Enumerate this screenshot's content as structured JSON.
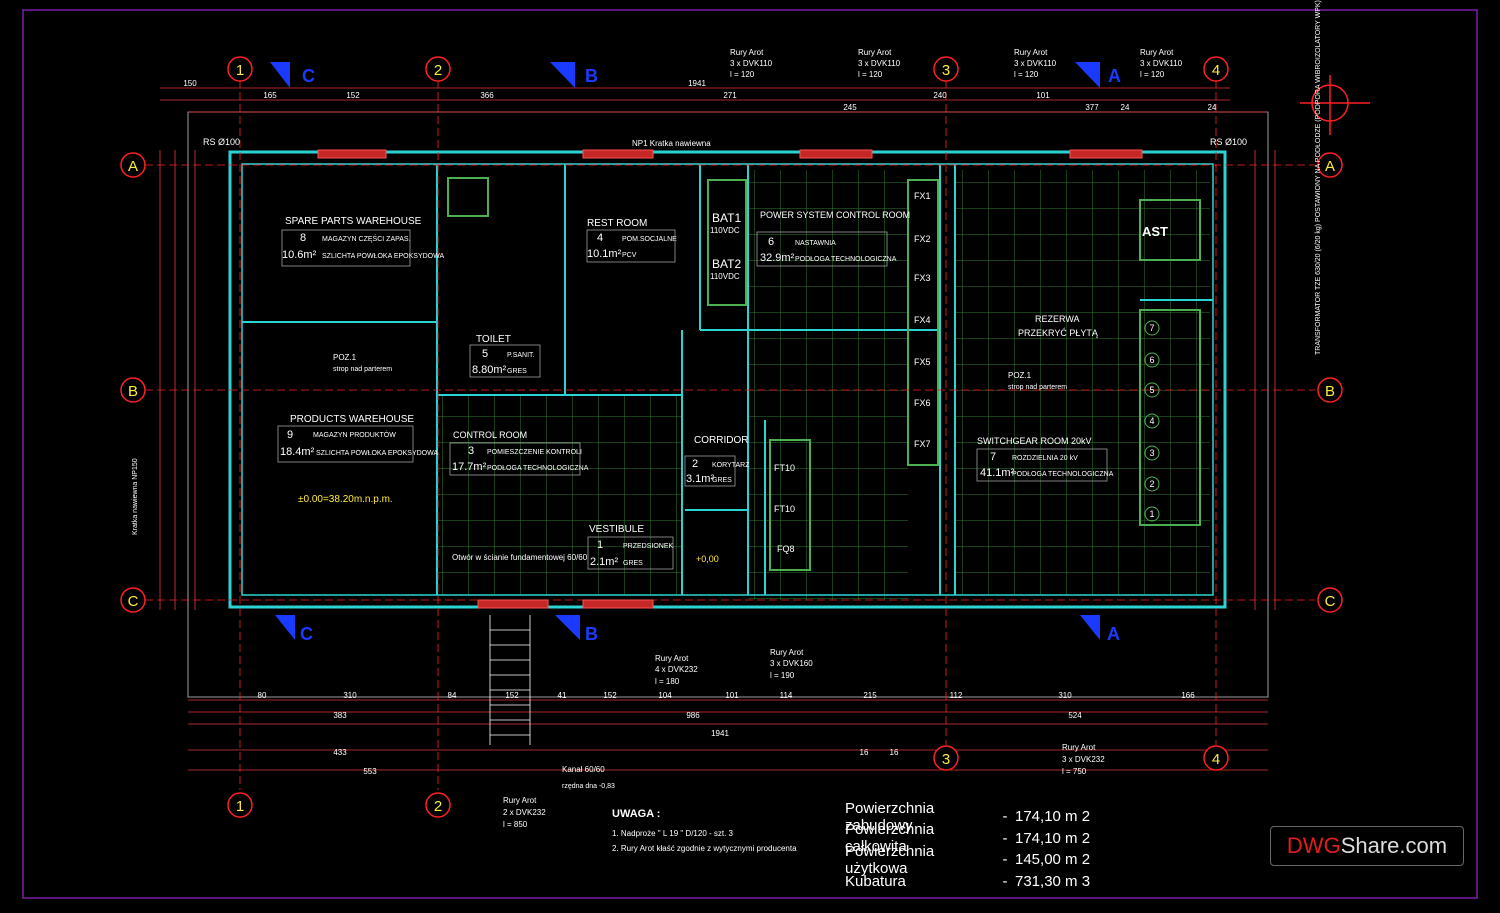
{
  "colors": {
    "background": "#000000",
    "border": "#7b1fa2",
    "wall": "#2bd4d4",
    "grid": "#4caf50",
    "dim": "#e53935",
    "axis": "#ff2020",
    "text": "#ffffff",
    "tag": "#ffeb3b",
    "section": "#1a3bff"
  },
  "axes": {
    "numbers": [
      "1",
      "2",
      "3",
      "4"
    ],
    "letters": [
      "A",
      "B",
      "C"
    ]
  },
  "sections": {
    "c": "C",
    "b": "B",
    "a": "A"
  },
  "rooms": [
    {
      "name": "SPARE PARTS WAREHOUSE",
      "num": "8",
      "pl": "MAGAZYN CZĘŚCI ZAPAS.",
      "area": "10.6m²",
      "floor": "SZLICHTA POWŁOKA EPOKSYDOWA"
    },
    {
      "name": "REST ROOM",
      "num": "4",
      "pl": "POM.SOCJALNE",
      "area": "10.1m²",
      "floor": "PCV"
    },
    {
      "name": "POWER SYSTEM CONTROL ROOM",
      "num": "6",
      "pl": "NASTAWNIA",
      "area": "32.9m²",
      "floor": "PODŁOGA TECHNOLOGICZNA"
    },
    {
      "name": "TOILET",
      "num": "5",
      "pl": "P.SANIT.",
      "area": "8.80m²",
      "floor": "GRES"
    },
    {
      "name": "PRODUCTS WAREHOUSE",
      "num": "9",
      "pl": "MAGAZYN PRODUKTÓW",
      "area": "18.4m²",
      "floor": "SZLICHTA POWŁOKA EPOKSYDOWA"
    },
    {
      "name": "CONTROL ROOM",
      "num": "3",
      "pl": "POMIESZCZENIE KONTROLI",
      "area": "17.7m²",
      "floor": "PODŁOGA TECHNOLOGICZNA"
    },
    {
      "name": "CORRIDOR",
      "num": "2",
      "pl": "KORYTARZ",
      "area": "3.1m²",
      "floor": "GRES"
    },
    {
      "name": "VESTIBULE",
      "num": "1",
      "pl": "PRZEDSIONEK",
      "area": "2.1m²",
      "floor": "GRES"
    },
    {
      "name": "SWITCHGEAR ROOM 20kV",
      "num": "7",
      "pl": "ROZDZIELNIA 20 kV",
      "area": "41.1m²",
      "floor": "PODŁOGA TECHNOLOGICZNA"
    }
  ],
  "labels": {
    "bat1": "BAT1",
    "bat1v": "110VDC",
    "bat2": "BAT2",
    "bat2v": "110VDC",
    "ast": "AST",
    "rezerwa": "REZERWA",
    "przekryc": "PRZEKRYĆ PŁYTĄ",
    "poz1": "POZ.1",
    "strop": "strop nad parterem",
    "level": "±0.00=38.20m.n.p.m.",
    "rs_left": "RS Ø100",
    "rs_right": "RS Ø100",
    "krata": "NP1 Kratka nawiewna",
    "otwor": "Otwór w ścianie fundamentowej 60/60",
    "kanal": "Kanał 60/60",
    "kanal_sub": "rzędna dna -0,83",
    "transformer": "TRANSFORMATOR TZE 630/20 (6/20 kg) POSTAWIONY NA PODŁODZE (PODPORA WIBROIZOLATORY WPK)",
    "plus000": "+0,00",
    "krata_side": "Kratka nawiewna NP150"
  },
  "pipes": [
    {
      "t1": "Rury Arot",
      "t2": "3 x DVK110",
      "t3": "l = 120"
    },
    {
      "t1": "Rury Arot",
      "t2": "3 x DVK110",
      "t3": "l = 120"
    },
    {
      "t1": "Rury Arot",
      "t2": "3 x DVK110",
      "t3": "l = 120"
    },
    {
      "t1": "Rury Arot",
      "t2": "3 x DVK110",
      "t3": "l = 120"
    },
    {
      "t1": "Rury Arot",
      "t2": "4 x DVK232",
      "t3": "l = 180"
    },
    {
      "t1": "Rury Arot",
      "t2": "3 x DVK160",
      "t3": "l = 190"
    },
    {
      "t1": "Rury Arot",
      "t2": "3 x DVK232",
      "t3": "l = 750"
    },
    {
      "t1": "Rury Arot",
      "t2": "2 x DVK232",
      "t3": "l = 850"
    }
  ],
  "dims_top": [
    "150",
    "165",
    "152",
    "366",
    "271",
    "245",
    "101",
    "24",
    "377",
    "24",
    "1941",
    "240"
  ],
  "dims_bottom": [
    "80",
    "310",
    "84",
    "152",
    "41",
    "152",
    "104",
    "101",
    "114",
    "215",
    "112",
    "310",
    "166",
    "383",
    "986",
    "524",
    "433",
    "553",
    "16",
    "16",
    "1941"
  ],
  "fx": [
    "FX1",
    "FX2",
    "FX3",
    "FX4",
    "FX5",
    "FX6",
    "FX7"
  ],
  "ft": [
    "FT10",
    "FT10",
    "FQ8"
  ],
  "cells": [
    "7",
    "6",
    "5",
    "4",
    "3",
    "2",
    "1"
  ],
  "note": {
    "title": "UWAGA :",
    "line1": "1. Nadproże \" L 19 \" D/120 - szt. 3",
    "line2": "2. Rury Arot kłaść zgodnie z wytycznymi producenta"
  },
  "summary": [
    {
      "label": "Powierzchnia zabudowy",
      "value": "174,10 m 2"
    },
    {
      "label": "Powierzchnia całkowita",
      "value": "174,10 m 2"
    },
    {
      "label": "Powierzchnia użytkowa",
      "value": "145,00 m 2"
    },
    {
      "label": "Kubatura",
      "value": "731,30 m 3"
    }
  ],
  "watermark": {
    "a": "DWG",
    "b": "Share.com"
  }
}
